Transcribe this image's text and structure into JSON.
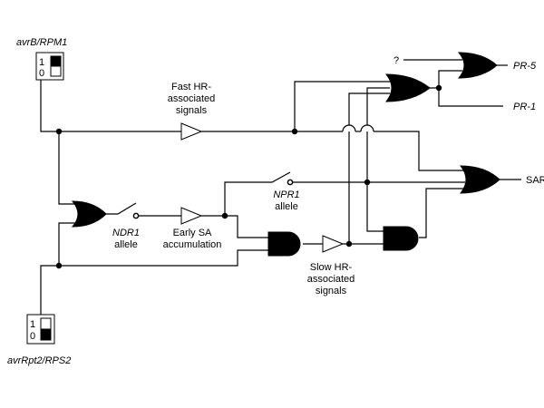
{
  "switches": {
    "top": {
      "name": "avrB/RPM1",
      "label_hi": "1",
      "label_lo": "0",
      "state": 1
    },
    "bottom": {
      "name": "avrRpt2/RPS2",
      "label_hi": "1",
      "label_lo": "0",
      "state": 0
    }
  },
  "labels": {
    "fast_hr_1": "Fast HR-",
    "fast_hr_2": "associated",
    "fast_hr_3": "signals",
    "early_sa_1": "Early SA",
    "early_sa_2": "accumulation",
    "slow_hr_1": "Slow HR-",
    "slow_hr_2": "associated",
    "slow_hr_3": "signals",
    "ndr1_1": "NDR1",
    "ndr1_2": "allele",
    "npr1_1": "NPR1",
    "npr1_2": "allele",
    "question": "?",
    "pr5": "PR-5",
    "pr1": "PR-1",
    "sar": "SAR"
  }
}
